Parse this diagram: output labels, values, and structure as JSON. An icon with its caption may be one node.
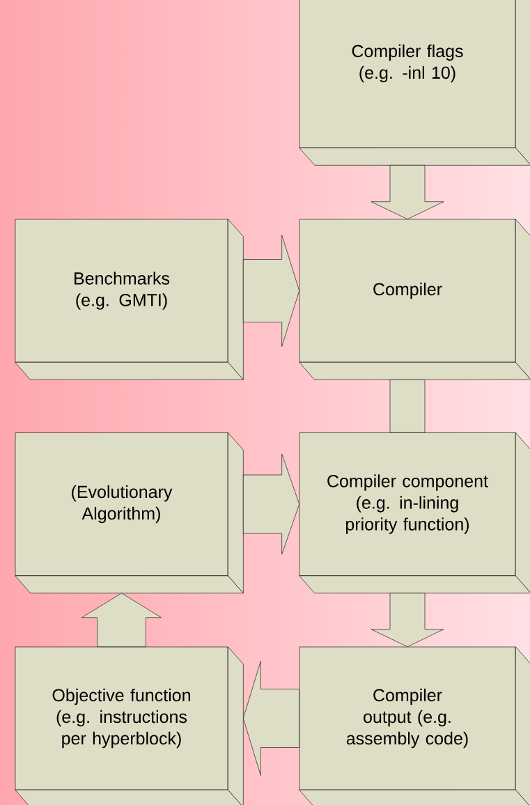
{
  "diagram": {
    "nodes": [
      {
        "text": [
          "Compiler flags (e.g. -inl 10)"
        ]
      },
      {
        "text": [
          "Benchmarks (e.g. GMTI)"
        ]
      },
      {
        "text": [
          "Compiler"
        ]
      },
      {
        "text": [
          "(Evolutionary Algorithm)"
        ]
      },
      {
        "text": [
          "Compiler component (e.g. in-lining priority function)"
        ]
      },
      {
        "text": [
          "Objective function (e.g. instructions per hyperblock)"
        ]
      },
      {
        "text": [
          "Compiler output (e.g. assembly code)"
        ]
      }
    ],
    "edges": [
      {
        "from": 0,
        "to": 2,
        "arrow": "to"
      },
      {
        "from": 1,
        "to": 2,
        "arrow": "to"
      },
      {
        "from": 2,
        "to": 4,
        "arrow": "none"
      },
      {
        "from": 3,
        "to": 4,
        "arrow": "to"
      },
      {
        "from": 4,
        "to": 6,
        "arrow": "to"
      },
      {
        "from": 6,
        "to": 5,
        "arrow": "to"
      },
      {
        "from": 5,
        "to": 3,
        "arrow": "to"
      }
    ]
  }
}
